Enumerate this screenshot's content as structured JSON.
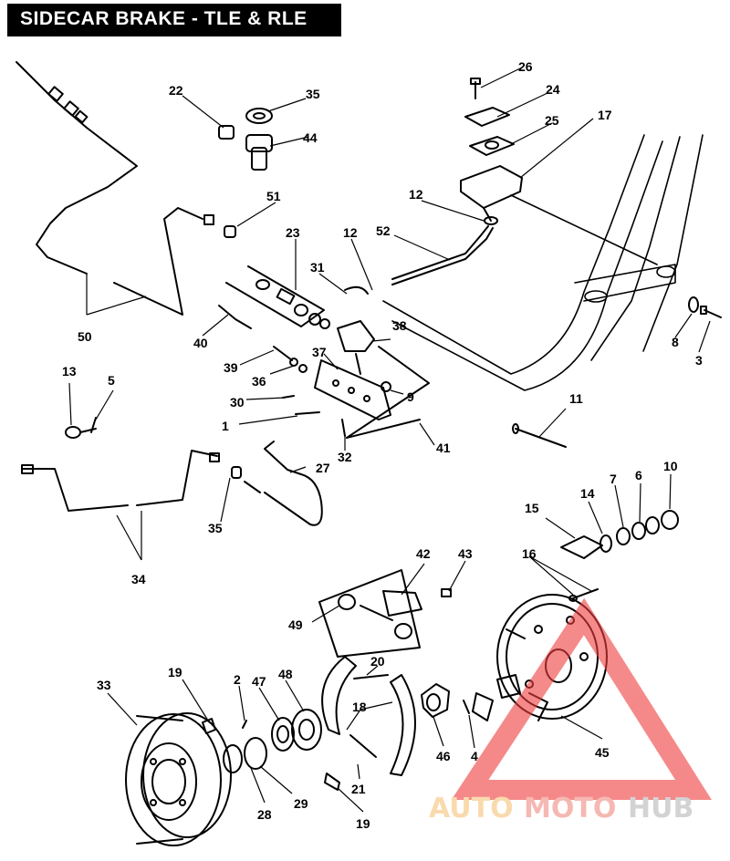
{
  "title": "SIDECAR BRAKE - TLE & RLE",
  "callouts": [
    "22",
    "35",
    "44",
    "26",
    "24",
    "25",
    "17",
    "51",
    "12",
    "52",
    "23",
    "12",
    "31",
    "50",
    "40",
    "39",
    "36",
    "37",
    "38",
    "9",
    "30",
    "1",
    "32",
    "41",
    "13",
    "5",
    "11",
    "27",
    "35",
    "34",
    "15",
    "14",
    "7",
    "6",
    "10",
    "42",
    "43",
    "16",
    "49",
    "19",
    "2",
    "47",
    "48",
    "20",
    "18",
    "46",
    "4",
    "45",
    "33",
    "28",
    "29",
    "21",
    "19",
    "8",
    "3"
  ],
  "watermark": {
    "brand_parts": [
      "AUTO",
      "MOTO",
      "HUB"
    ],
    "colors": [
      "#f6c27a",
      "#f08a80",
      "#b7b7b7"
    ],
    "triangle_color": "#ef3c3c"
  },
  "colors": {
    "line": "#000000",
    "background": "#ffffff"
  }
}
